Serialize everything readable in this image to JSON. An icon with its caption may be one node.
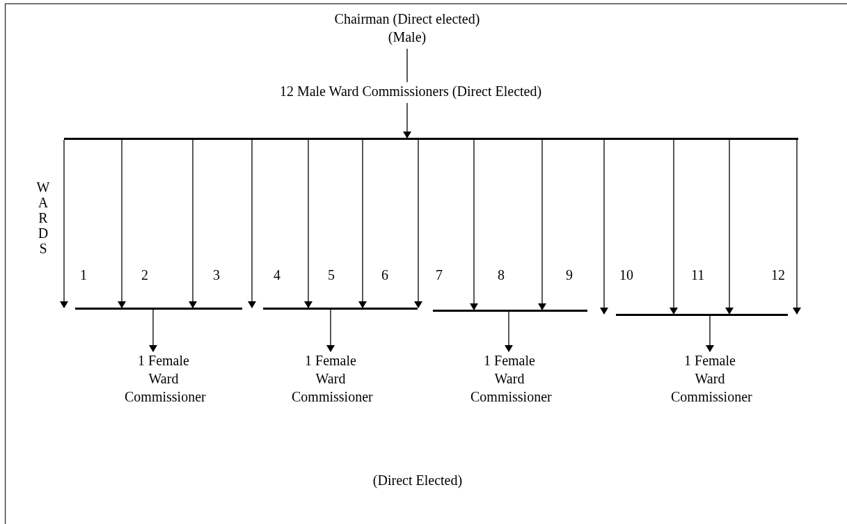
{
  "diagram": {
    "nodes": [
      {
        "text": [
          "Chairman (Direct elected) (Male)"
        ]
      },
      {
        "text": [
          "12 Male Ward Commissioners (Direct Elected)"
        ]
      },
      {
        "text": [],
        "shape": "bar"
      },
      {
        "text": [],
        "shape": "bar"
      },
      {
        "text": [],
        "shape": "bar"
      },
      {
        "text": [],
        "shape": "bar"
      },
      {
        "text": [],
        "shape": "bar"
      },
      {
        "text": [
          "1 Female Ward Commissioner"
        ]
      },
      {
        "text": [
          "1 Female Ward Commissioner"
        ]
      },
      {
        "text": [
          "1 Female Ward Commissioner"
        ]
      },
      {
        "text": [
          "1 Female Ward Commissioner"
        ]
      }
    ],
    "edges": [
      {
        "from": 0,
        "to": 1,
        "arrow": "none"
      },
      {
        "from": 1,
        "to": 2,
        "arrow": "to"
      },
      {
        "from": 2,
        "to": 3,
        "arrow": "to"
      },
      {
        "from": 2,
        "to": 3,
        "arrow": "to"
      },
      {
        "from": 2,
        "to": 3,
        "arrow": "to"
      },
      {
        "from": 2,
        "to": 4,
        "arrow": "to"
      },
      {
        "from": 2,
        "to": 4,
        "arrow": "to"
      },
      {
        "from": 2,
        "to": 4,
        "arrow": "to"
      },
      {
        "from": 2,
        "to": 4,
        "arrow": "to"
      },
      {
        "from": 2,
        "to": 5,
        "arrow": "to"
      },
      {
        "from": 2,
        "to": 5,
        "arrow": "to"
      },
      {
        "from": 2,
        "to": 6,
        "arrow": "to"
      },
      {
        "from": 2,
        "to": 6,
        "arrow": "to"
      },
      {
        "from": 2,
        "to": 6,
        "arrow": "to"
      },
      {
        "from": 2,
        "to": 6,
        "arrow": "to"
      },
      {
        "from": 3,
        "to": 7,
        "arrow": "to"
      },
      {
        "from": 4,
        "to": 8,
        "arrow": "to"
      },
      {
        "from": 5,
        "to": 9,
        "arrow": "to"
      },
      {
        "from": 6,
        "to": 10,
        "arrow": "to"
      }
    ],
    "labels": [
      "WARDS",
      "1",
      "2",
      "3",
      "4",
      "5",
      "6",
      "7",
      "8",
      "9",
      "10",
      "11",
      "12",
      "(Direct Elected)"
    ]
  }
}
